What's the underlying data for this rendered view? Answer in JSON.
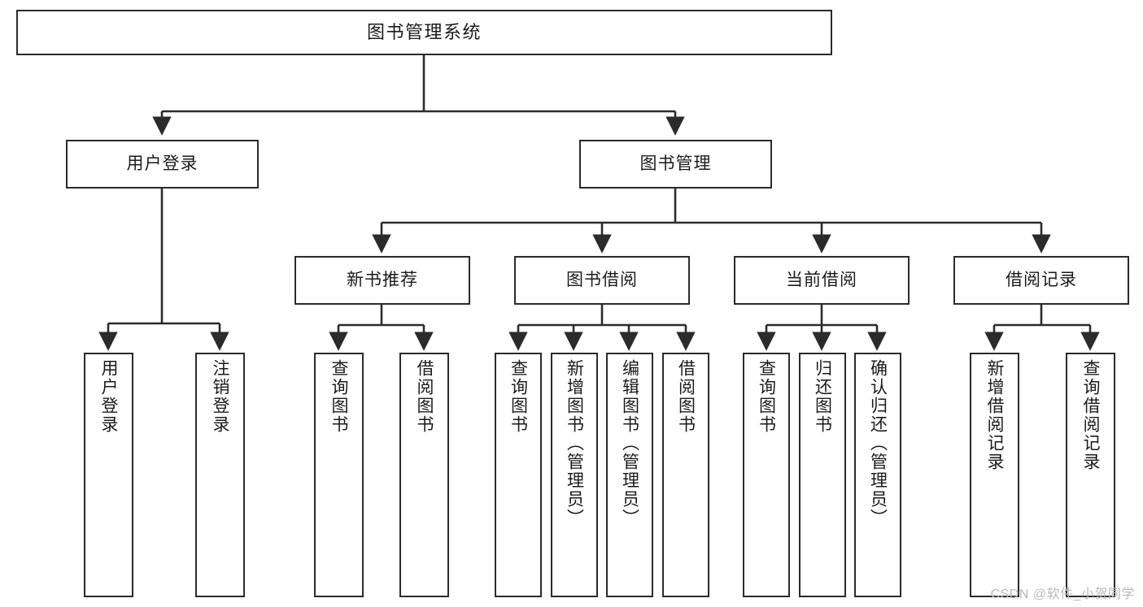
{
  "diagram": {
    "title": "图书管理系统",
    "type": "tree-hierarchy-chart",
    "stroke_color": "#2b2b2b",
    "fill_color": "#ffffff",
    "text_color": "#1b1b1b",
    "levels": {
      "root": {
        "label": "图书管理系统"
      },
      "level2": [
        {
          "id": "user-login",
          "label": "用户登录"
        },
        {
          "id": "book-manage",
          "label": "图书管理"
        }
      ],
      "level3": [
        {
          "id": "new-book-rec",
          "label": "新书推荐"
        },
        {
          "id": "book-borrow",
          "label": "图书借阅"
        },
        {
          "id": "current-borrow",
          "label": "当前借阅"
        },
        {
          "id": "borrow-record",
          "label": "借阅记录"
        }
      ],
      "leaves": {
        "user-login": [
          {
            "id": "leaf-user-login",
            "label": "用户登录"
          },
          {
            "id": "leaf-logout",
            "label": "注销登录"
          }
        ],
        "new-book-rec": [
          {
            "id": "leaf-query-book-1",
            "label": "查询图书"
          },
          {
            "id": "leaf-borrow-book-1",
            "label": "借阅图书"
          }
        ],
        "book-borrow": [
          {
            "id": "leaf-query-book-2",
            "label": "查询图书"
          },
          {
            "id": "leaf-add-book",
            "label": "新增图书（管理员）"
          },
          {
            "id": "leaf-edit-book",
            "label": "编辑图书（管理员）"
          },
          {
            "id": "leaf-borrow-book-2",
            "label": "借阅图书"
          }
        ],
        "current-borrow": [
          {
            "id": "leaf-query-book-3",
            "label": "查询图书"
          },
          {
            "id": "leaf-return-book",
            "label": "归还图书"
          },
          {
            "id": "leaf-confirm-return",
            "label": "确认归还（管理员）"
          }
        ],
        "borrow-record": [
          {
            "id": "leaf-add-record",
            "label": "新增借阅记录"
          },
          {
            "id": "leaf-query-record",
            "label": "查询借阅记录"
          }
        ]
      }
    }
  },
  "watermark": {
    "text": "CSDN @软件_小贺同学"
  }
}
